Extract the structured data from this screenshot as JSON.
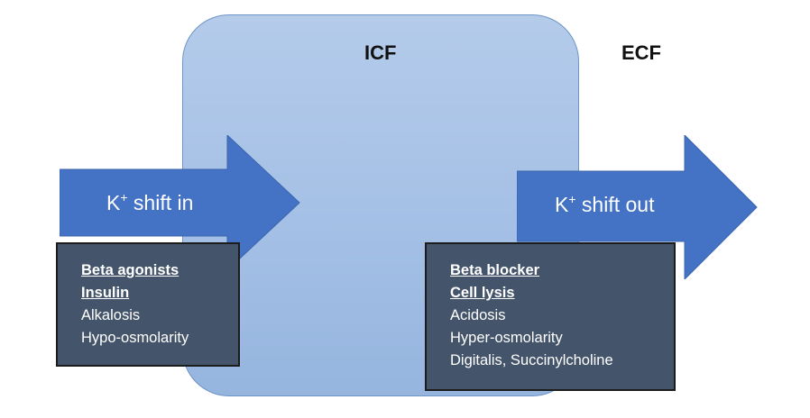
{
  "caption": "",
  "regions": {
    "icf": "ICF",
    "ecf": "ECF"
  },
  "shift_in": {
    "label_prefix": "K",
    "label_sup": "+",
    "label_suffix": " shift in",
    "factors": [
      {
        "text": "Beta agonists",
        "emphasis": true
      },
      {
        "text": "Insulin",
        "emphasis": true
      },
      {
        "text": "Alkalosis",
        "emphasis": false
      },
      {
        "text": "Hypo-osmolarity",
        "emphasis": false
      }
    ]
  },
  "shift_out": {
    "label_prefix": "K",
    "label_sup": "+",
    "label_suffix": " shift out",
    "factors": [
      {
        "text": "Beta blocker",
        "emphasis": true
      },
      {
        "text": "Cell lysis",
        "emphasis": true
      },
      {
        "text": "Acidosis",
        "emphasis": false
      },
      {
        "text": "Hyper-osmolarity",
        "emphasis": false
      },
      {
        "text": "Digitalis, Succinylcholine",
        "emphasis": false
      }
    ]
  },
  "colors": {
    "arrow": "#4472c4",
    "cell": "#a6c1e6",
    "box": "#44546a"
  }
}
